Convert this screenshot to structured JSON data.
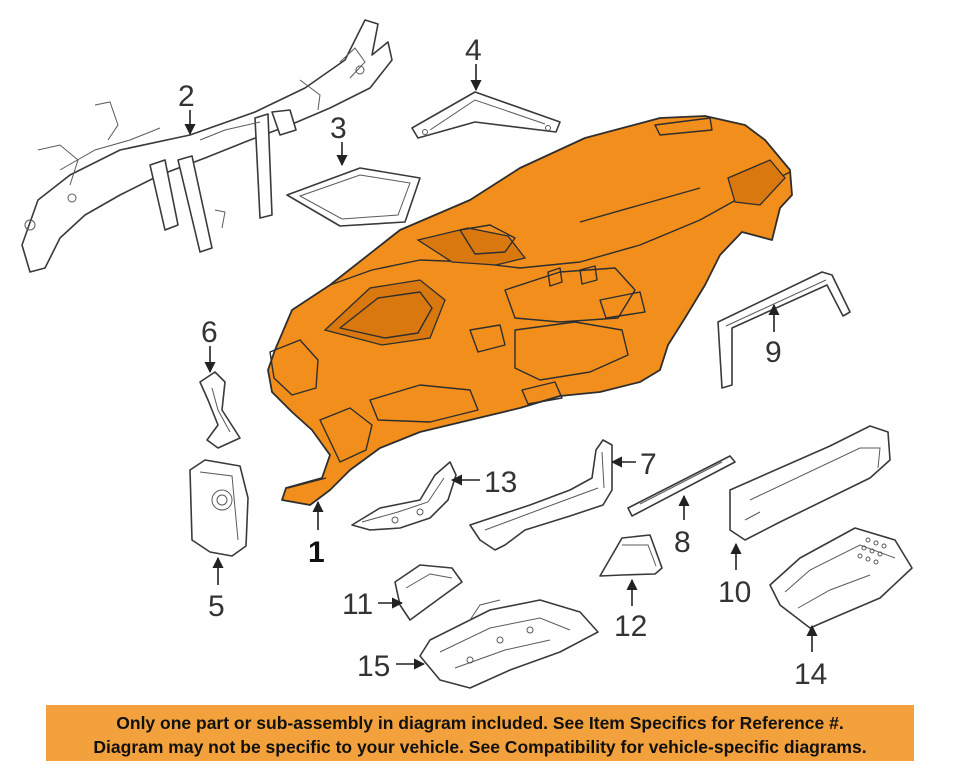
{
  "diagram": {
    "callouts": {
      "p1": "1",
      "p2": "2",
      "p3": "3",
      "p4": "4",
      "p5": "5",
      "p6": "6",
      "p7": "7",
      "p8": "8",
      "p9": "9",
      "p10": "10",
      "p11": "11",
      "p12": "12",
      "p13": "13",
      "p14": "14",
      "p15": "15"
    },
    "highlight_color": "#f28f1c"
  },
  "notice": {
    "line1": "Only one part or sub-assembly in diagram included. See Item Specifics for Reference #.",
    "line2": "Diagram may not be specific to your vehicle. See Compatibility for vehicle-specific diagrams.",
    "background_color": "#f3a13c"
  }
}
